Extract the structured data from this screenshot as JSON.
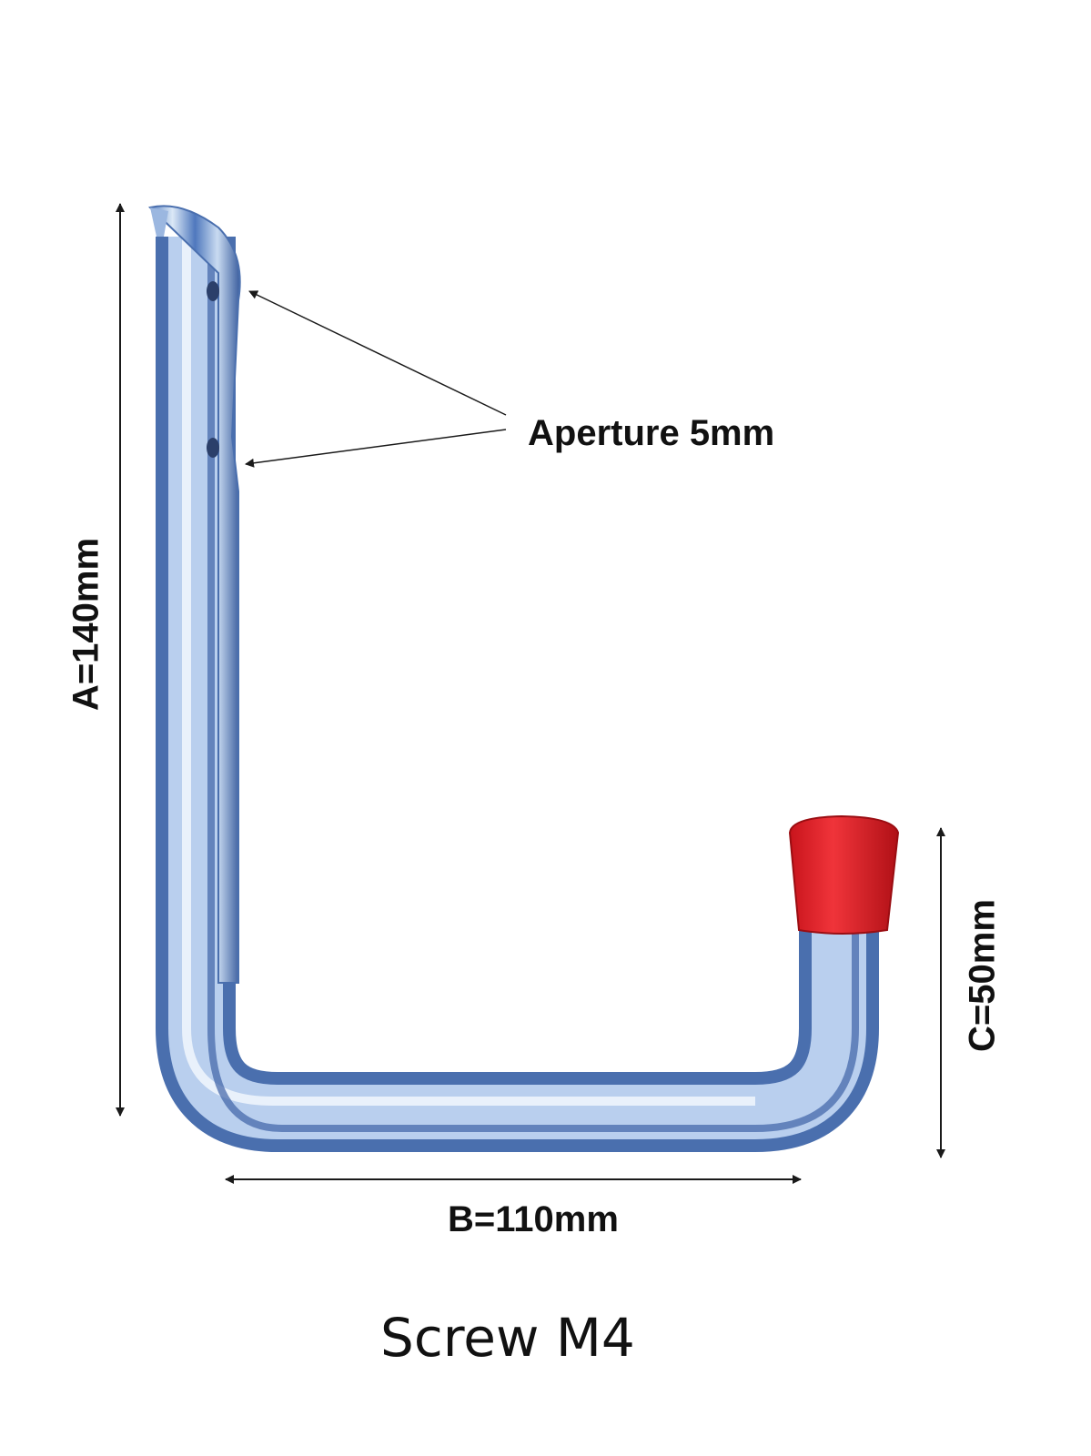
{
  "labels": {
    "aperture": "Aperture 5mm",
    "dim_a": "A=140mm",
    "dim_b": "B=110mm",
    "dim_c": "C=50mm"
  },
  "caption": "Screw M4",
  "colors": {
    "metal": "#8fb4e0",
    "cap": "#e3232b",
    "arrow": "#1a1a1a"
  }
}
